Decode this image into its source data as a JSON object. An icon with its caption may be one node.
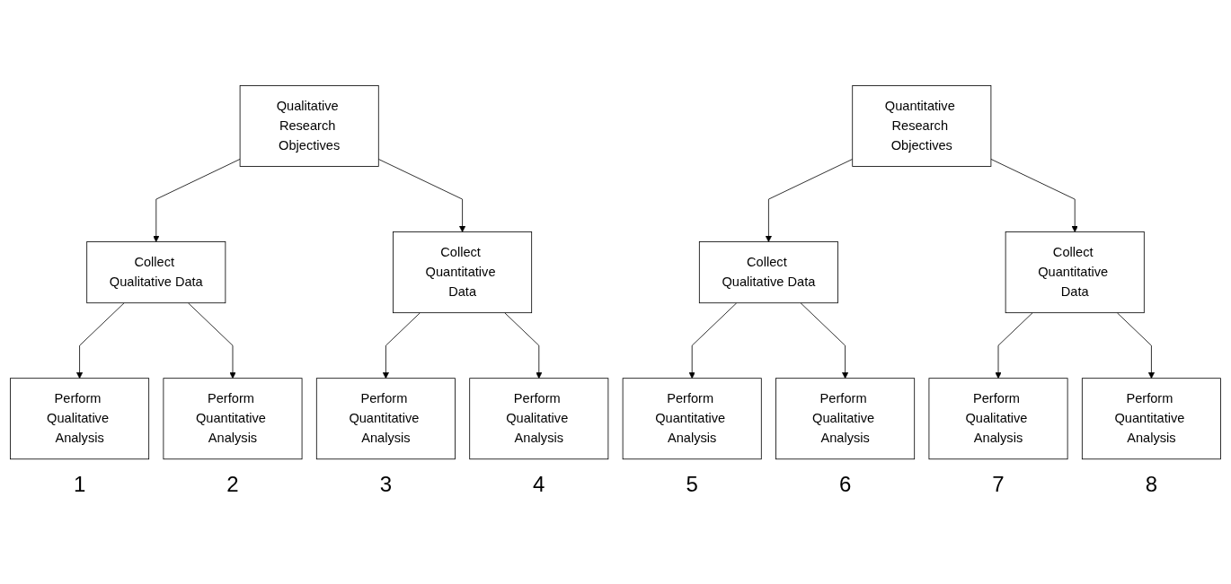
{
  "diagram": {
    "nodes": [
      {
        "text": [
          "Qualitative Research Objectives"
        ]
      },
      {
        "text": [
          "Collect Qualitative Data"
        ]
      },
      {
        "text": [
          "Collect Quantitative Data"
        ]
      },
      {
        "text": [
          "Perform Qualitative Analysis"
        ],
        "beside": [
          "1"
        ]
      },
      {
        "text": [
          "Perform Quantitative Analysis"
        ],
        "beside": [
          "2"
        ]
      },
      {
        "text": [
          "Perform Quantitative Analysis"
        ],
        "beside": [
          "3"
        ]
      },
      {
        "text": [
          "Perform Qualitative Analysis"
        ],
        "beside": [
          "4"
        ]
      },
      {
        "text": [
          "Quantitative Research Objectives"
        ]
      },
      {
        "text": [
          "Collect Qualitative Data"
        ]
      },
      {
        "text": [
          "Collect Quantitative Data"
        ]
      },
      {
        "text": [
          "Perform Quantitative Analysis"
        ],
        "beside": [
          "5"
        ]
      },
      {
        "text": [
          "Perform Qualitative Analysis"
        ],
        "beside": [
          "6"
        ]
      },
      {
        "text": [
          "Perform Qualitative Analysis"
        ],
        "beside": [
          "7"
        ]
      },
      {
        "text": [
          "Perform Quantitative Analysis"
        ],
        "beside": [
          "8"
        ]
      }
    ],
    "edges": [
      {
        "from": 0,
        "to": 1,
        "arrow": "to"
      },
      {
        "from": 0,
        "to": 2,
        "arrow": "to"
      },
      {
        "from": 1,
        "to": 3,
        "arrow": "to"
      },
      {
        "from": 1,
        "to": 4,
        "arrow": "to"
      },
      {
        "from": 2,
        "to": 5,
        "arrow": "to"
      },
      {
        "from": 2,
        "to": 6,
        "arrow": "to"
      },
      {
        "from": 7,
        "to": 8,
        "arrow": "to"
      },
      {
        "from": 7,
        "to": 9,
        "arrow": "to"
      },
      {
        "from": 8,
        "to": 10,
        "arrow": "to"
      },
      {
        "from": 8,
        "to": 11,
        "arrow": "to"
      },
      {
        "from": 9,
        "to": 12,
        "arrow": "to"
      },
      {
        "from": 9,
        "to": 13,
        "arrow": "to"
      }
    ]
  }
}
